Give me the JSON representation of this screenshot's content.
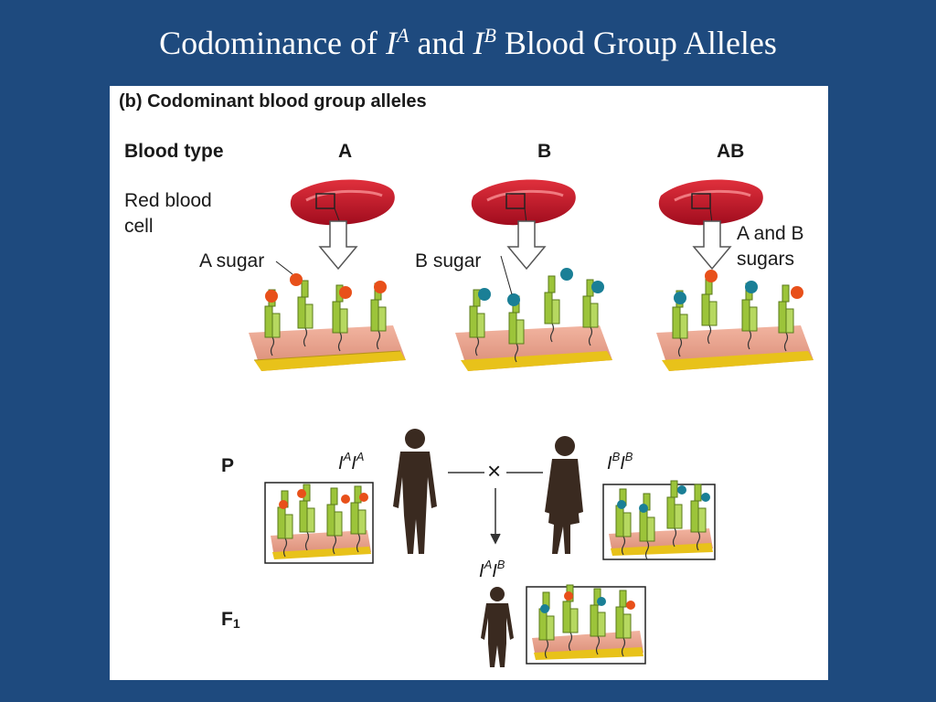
{
  "title": {
    "prefix": "Codominance of ",
    "allele_a": "I",
    "allele_a_sup": "A",
    "mid": " and ",
    "allele_b": "I",
    "allele_b_sup": "B",
    "suffix": " Blood Group Alleles"
  },
  "figure": {
    "panel_label": "(b) Codominant blood group alleles",
    "row_label": "Blood type",
    "types": [
      "A",
      "B",
      "AB"
    ],
    "rbc_label_1": "Red blood",
    "rbc_label_2": "cell",
    "sugar_labels": {
      "a": "A sugar",
      "b": "B sugar",
      "ab_1": "A and B",
      "ab_2": "sugars"
    },
    "cross": {
      "p_label": "P",
      "f1_label": "F",
      "f1_sub": "1",
      "cross_symbol": "×",
      "parent1_genotype": {
        "base": "I",
        "sup1": "A",
        "base2": "I",
        "sup2": "A"
      },
      "parent2_genotype": {
        "base": "I",
        "sup1": "B",
        "base2": "I",
        "sup2": "B"
      },
      "offspring_genotype": {
        "base": "I",
        "sup1": "A",
        "base2": "I",
        "sup2": "B"
      }
    }
  },
  "colors": {
    "background": "#1e4a7e",
    "sugar_a": "#e8501a",
    "sugar_b": "#1a7f96",
    "protein": "#9cc43a",
    "membrane": "#e8a08a",
    "membrane_edge": "#e8c21a",
    "cell": "#c8102e"
  }
}
